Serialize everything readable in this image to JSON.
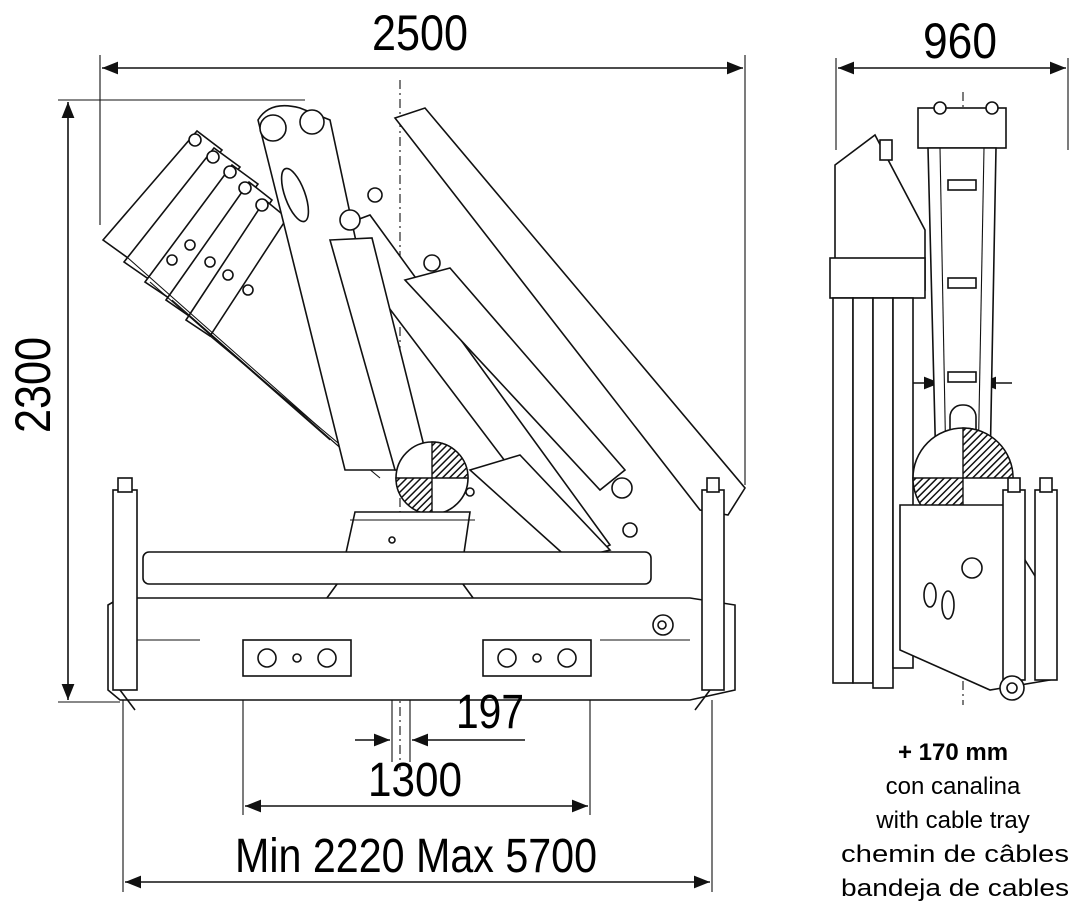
{
  "dimensions": {
    "overall_length": "2500",
    "side_width": "960",
    "height": "2300",
    "offset": "197",
    "base_width": "1300",
    "stabilizer_span": "Min 2220 Max 5700"
  },
  "note": {
    "extra": "+ 170 mm",
    "lines": [
      "con canalina",
      "with cable tray",
      "chemin de câbles",
      "bandeja de cables"
    ]
  },
  "colors": {
    "line": "#111111",
    "background": "#ffffff"
  }
}
